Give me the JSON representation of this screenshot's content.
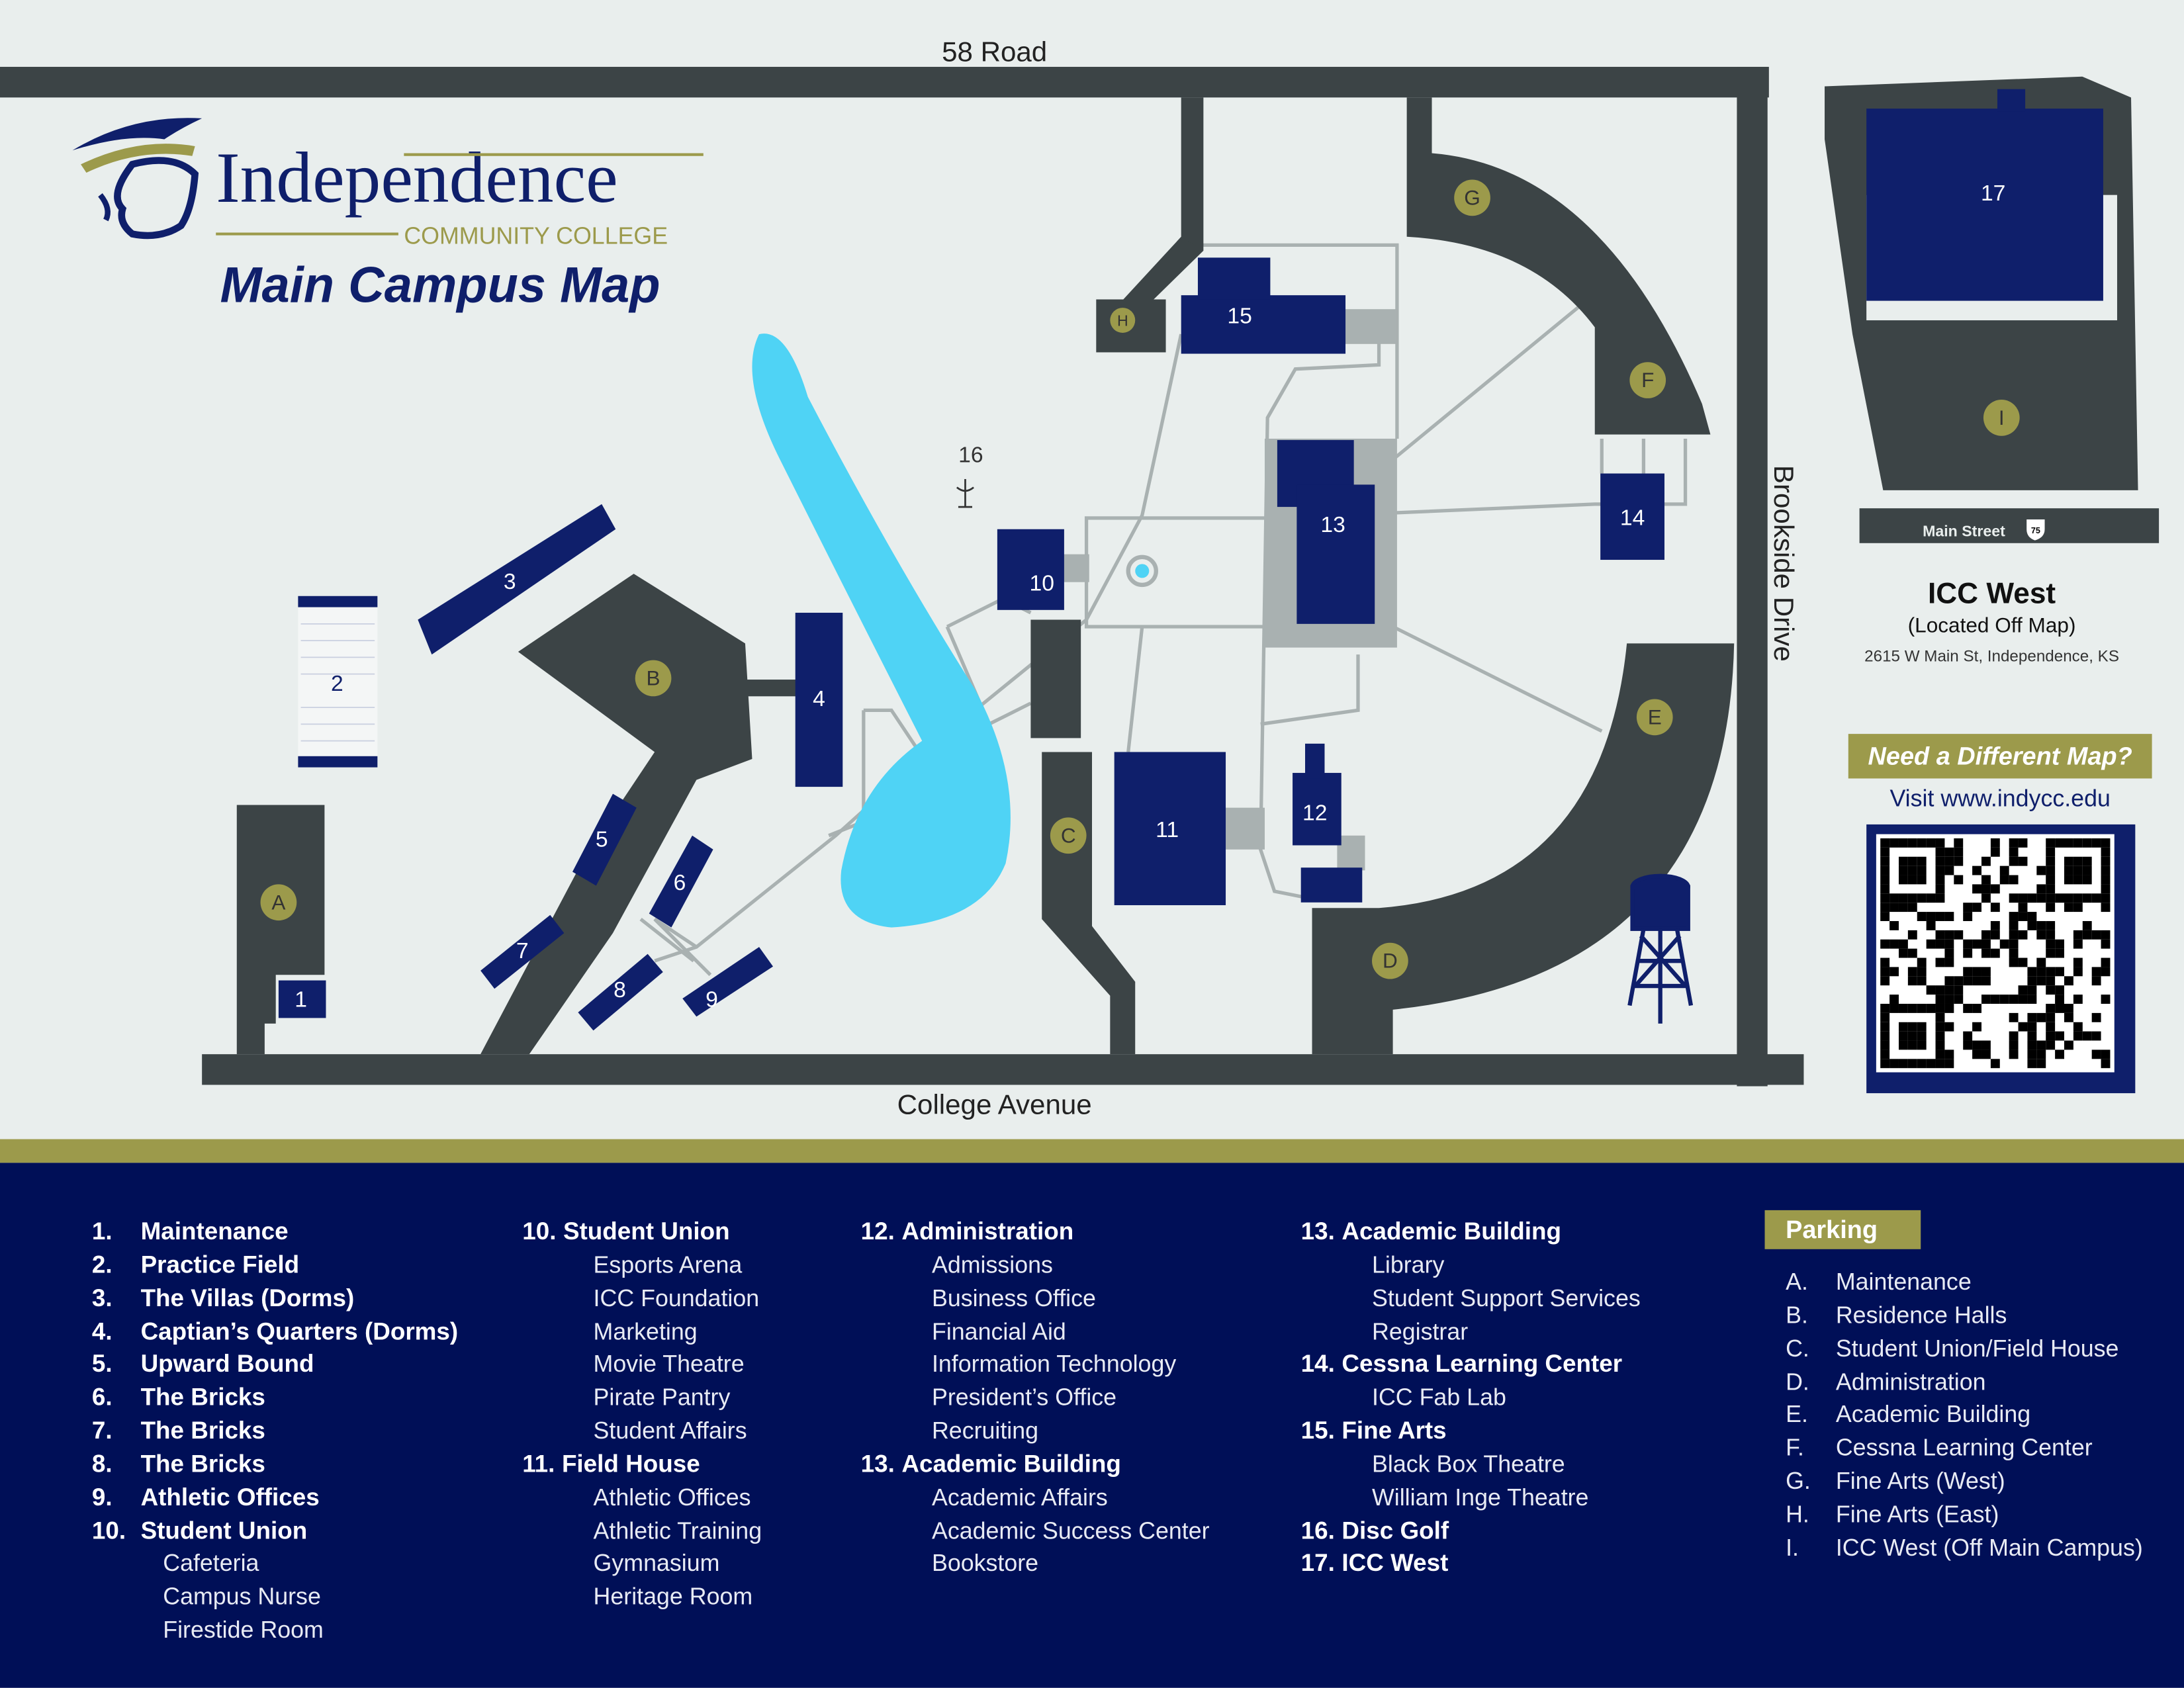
{
  "header": {
    "logo_word": "Independence",
    "logo_sub": "COMMUNITY COLLEGE",
    "title": "Main Campus Map"
  },
  "roads": {
    "north": "58 Road",
    "south": "College Avenue",
    "east": "Brookside Drive",
    "icc_west": "Main Street",
    "highway_shield": "75"
  },
  "buildings": [
    "1",
    "2",
    "3",
    "4",
    "5",
    "6",
    "7",
    "8",
    "9",
    "10",
    "11",
    "12",
    "13",
    "14",
    "15",
    "16",
    "17"
  ],
  "parking_lots": [
    "A",
    "B",
    "C",
    "D",
    "E",
    "F",
    "G",
    "H",
    "I"
  ],
  "icc_west": {
    "title": "ICC West",
    "subtitle": "(Located Off Map)",
    "address": "2615 W Main St, Independence, KS"
  },
  "different_map": {
    "title": "Need a Different Map?",
    "visit": "Visit www.indycc.edu"
  },
  "colors": {
    "navy": "#0f1f6b",
    "road": "#3c4446",
    "gold": "#9c9a4b",
    "pond": "#4fd3f5",
    "legend_bg": "#000f57"
  },
  "legend": {
    "columns": [
      [
        {
          "num": "1.",
          "label": "Maintenance"
        },
        {
          "num": "2.",
          "label": "Practice Field"
        },
        {
          "num": "3.",
          "label": "The Villas (Dorms)"
        },
        {
          "num": "4.",
          "label": "Captian’s Quarters (Dorms)"
        },
        {
          "num": "5.",
          "label": "Upward Bound"
        },
        {
          "num": "6.",
          "label": "The Bricks"
        },
        {
          "num": "7.",
          "label": "The Bricks"
        },
        {
          "num": "8.",
          "label": "The Bricks"
        },
        {
          "num": "9.",
          "label": "Athletic Offices"
        },
        {
          "num": "10.",
          "label": "Student Union"
        },
        {
          "label": "Cafeteria"
        },
        {
          "label": "Campus Nurse"
        },
        {
          "label": "Firestide Room"
        }
      ],
      [
        {
          "num": "10.",
          "label": "Student Union"
        },
        {
          "label": "Esports Arena"
        },
        {
          "label": "ICC Foundation"
        },
        {
          "label": "Marketing"
        },
        {
          "label": "Movie Theatre"
        },
        {
          "label": "Pirate Pantry"
        },
        {
          "label": "Student Affairs"
        },
        {
          "num": "11.",
          "label": "Field House"
        },
        {
          "label": "Athletic Offices"
        },
        {
          "label": "Athletic Training"
        },
        {
          "label": "Gymnasium"
        },
        {
          "label": "Heritage Room"
        }
      ],
      [
        {
          "num": "12.",
          "label": "Administration"
        },
        {
          "label": "Admissions"
        },
        {
          "label": "Business Office"
        },
        {
          "label": "Financial Aid"
        },
        {
          "label": "Information Technology"
        },
        {
          "label": "President’s Office"
        },
        {
          "label": "Recruiting"
        },
        {
          "num": "13.",
          "label": "Academic Building"
        },
        {
          "label": "Academic Affairs"
        },
        {
          "label": "Academic Success Center"
        },
        {
          "label": "Bookstore"
        }
      ],
      [
        {
          "num": "13.",
          "label": "Academic Building"
        },
        {
          "label": "Library"
        },
        {
          "label": "Student Support Services"
        },
        {
          "label": "Registrar"
        },
        {
          "num": "14.",
          "label": "Cessna Learning Center"
        },
        {
          "label": "ICC Fab Lab"
        },
        {
          "num": "15.",
          "label": "Fine Arts"
        },
        {
          "label": "Black Box Theatre"
        },
        {
          "label": "William Inge Theatre"
        },
        {
          "num": "16.",
          "label": "Disc Golf"
        },
        {
          "num": "17.",
          "label": "ICC West"
        }
      ]
    ],
    "parking_title": "Parking",
    "parking": [
      {
        "num": "A.",
        "label": "Maintenance"
      },
      {
        "num": "B.",
        "label": "Residence Halls"
      },
      {
        "num": "C.",
        "label": "Student Union/Field House"
      },
      {
        "num": "D.",
        "label": "Administration"
      },
      {
        "num": "E.",
        "label": "Academic Building"
      },
      {
        "num": "F.",
        "label": "Cessna Learning Center"
      },
      {
        "num": "G.",
        "label": "Fine Arts (West)"
      },
      {
        "num": "H.",
        "label": "Fine Arts (East)"
      },
      {
        "num": "I.",
        "label": "ICC West (Off Main Campus)"
      }
    ]
  }
}
